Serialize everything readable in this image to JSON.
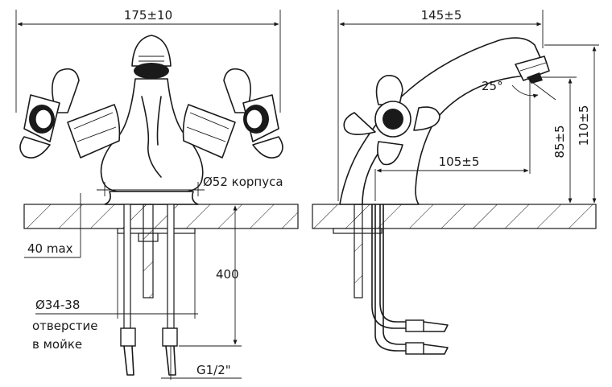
{
  "front_view": {
    "width_label": "175±10",
    "body_diameter_label": "Ø52 корпуса",
    "max_thickness_label": "40 max",
    "hose_length_label": "400",
    "hole_diameter_label": "Ø34-38",
    "hole_caption_line1": "отверстие",
    "hole_caption_line2": "в мойке",
    "thread_label": "G1/2\""
  },
  "side_view": {
    "depth_label": "145±5",
    "reach_label": "105±5",
    "spout_height_label": "85±5",
    "total_height_label": "110±5",
    "angle_label": "25°"
  },
  "colors": {
    "line": "#1a1a1a",
    "background": "#ffffff"
  }
}
